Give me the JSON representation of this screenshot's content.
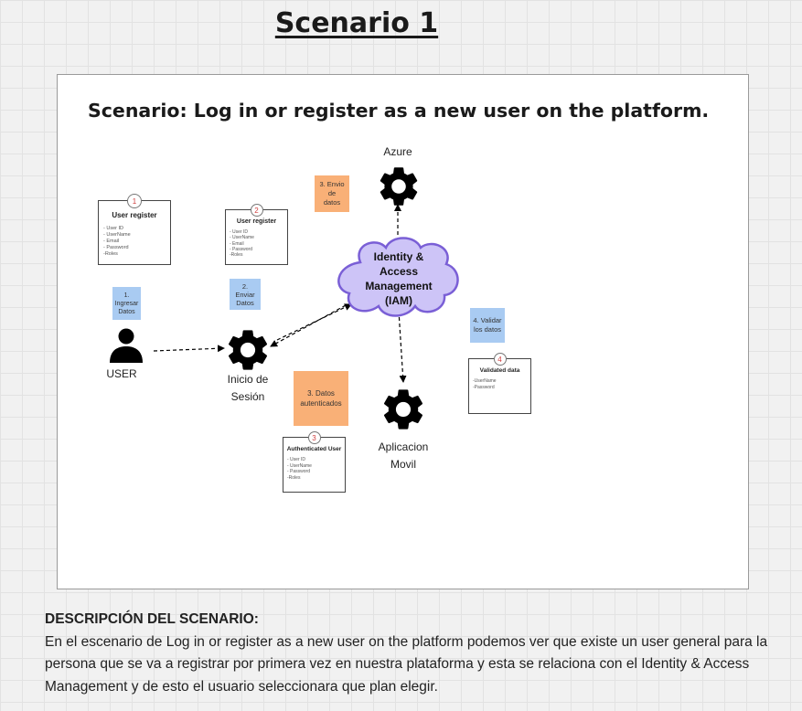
{
  "page_title": "Scenario 1",
  "diagram": {
    "heading": "Scenario: Log in or register as a new user on the platform.",
    "nodes": {
      "user": "USER",
      "login_line1": "Inicio de",
      "login_line2": "Sesión",
      "azure": "Azure",
      "iam_line1": "Identity &",
      "iam_line2": "Access",
      "iam_line3": "Management",
      "iam_line4": "(IAM)",
      "mobile_line1": "Aplicacion",
      "mobile_line2": "Movil"
    },
    "steps": {
      "s1_line1": "1.",
      "s1_line2": "Ingresar",
      "s1_line3": "Datos",
      "s2_line1": "2.",
      "s2_line2": "Enviar",
      "s2_line3": "Datos",
      "s3a_line1": "3. Envio",
      "s3a_line2": "de",
      "s3a_line3": "datos",
      "s3b_line1": "3. Datos",
      "s3b_line2": "autenticados",
      "s4_line1": "4. Validar",
      "s4_line2": "los datos"
    },
    "cards": {
      "c1": {
        "num": "1",
        "title": "User register",
        "items": [
          "- User ID",
          "- UserName",
          "- Email",
          "- Password",
          "-Roles"
        ]
      },
      "c2": {
        "num": "2",
        "title": "User register",
        "items": [
          "- User ID",
          "- UserName",
          "- Email",
          "- Password",
          "-Roles"
        ]
      },
      "c3": {
        "num": "3",
        "title": "Authenticated User",
        "items": [
          "- User ID",
          "- UserName",
          "- Password",
          "-Roles"
        ]
      },
      "c4": {
        "num": "4",
        "title": "Validated data",
        "items": [
          "-UserName",
          "-Password"
        ]
      }
    },
    "colors": {
      "iam_fill": "#cdc4f7",
      "iam_stroke": "#7a5fd6",
      "sticky_blue": "#a9cbf2",
      "sticky_orange": "#f9b077"
    },
    "icons": [
      "user-icon",
      "gear-icon"
    ]
  },
  "description": {
    "title": "DESCRIPCIÓN DEL SCENARIO:",
    "text": "En el escenario de Log in or register as a new user on the platform podemos ver que existe un user general para la persona que se va a registrar por primera vez en nuestra plataforma y esta se relaciona con el Identity & Access Management y de esto el usuario seleccionara que plan elegir."
  }
}
